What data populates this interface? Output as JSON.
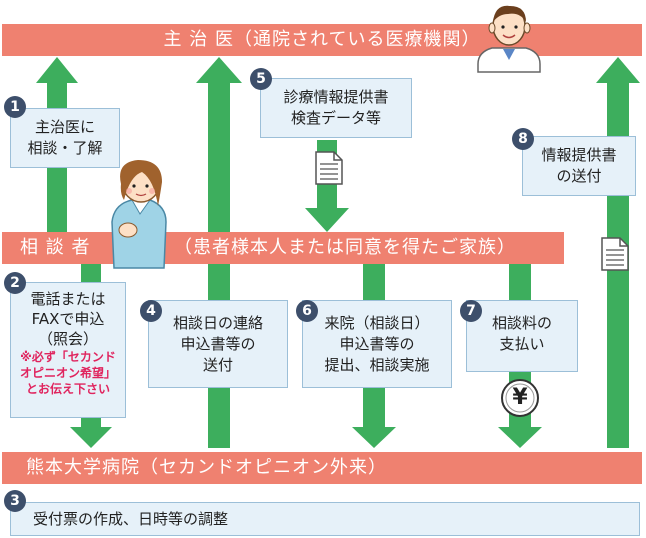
{
  "colors": {
    "band": "#ef8170",
    "arrow": "#3dae5d",
    "box_fill": "#e6f1f9",
    "box_border": "#9cbfd8",
    "badge": "#3d4f6b",
    "note": "#e0245e"
  },
  "bands": {
    "doctor": "主 治 医（通院されている医療機関）",
    "consultant_label": "相 談 者",
    "consultant_detail": "（患者様本人または同意を得たご家族）",
    "hospital": "熊本大学病院（セカンドオピニオン外来）"
  },
  "steps": [
    {
      "num": "1",
      "lines": [
        "主治医に",
        "相談・了解"
      ]
    },
    {
      "num": "2",
      "lines": [
        "電話または",
        "FAXで申込",
        "（照会）"
      ],
      "note": [
        "※必ず「セカンド",
        "オピニオン希望」",
        "とお伝え下さい"
      ]
    },
    {
      "num": "3",
      "lines": [
        "受付票の作成、日時等の調整"
      ]
    },
    {
      "num": "4",
      "lines": [
        "相談日の連絡",
        "申込書等の",
        "送付"
      ]
    },
    {
      "num": "5",
      "lines": [
        "診療情報提供書",
        "検査データ等"
      ]
    },
    {
      "num": "6",
      "lines": [
        "来院（相談日）",
        "申込書等の",
        "提出、相談実施"
      ]
    },
    {
      "num": "7",
      "lines": [
        "相談料の",
        "支払い"
      ]
    },
    {
      "num": "8",
      "lines": [
        "情報提供書",
        "の送付"
      ]
    }
  ],
  "icons": [
    "doctor-icon",
    "consultant-person-icon",
    "document-icon",
    "yen-coin-icon"
  ],
  "yen_symbol": "¥"
}
